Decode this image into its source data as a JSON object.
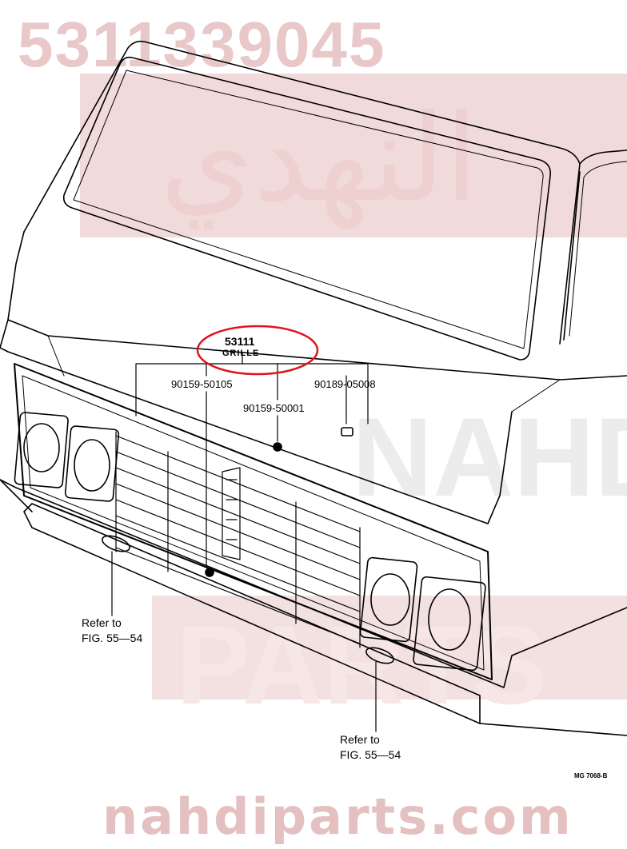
{
  "watermark": {
    "part_number": "5311339045",
    "site": "nahdiparts.com",
    "arabic_brand": "النهدي",
    "latin_brand": "NAHDI PARTS",
    "color": "#e4bcbc"
  },
  "main_part": {
    "number": "53111",
    "name": "GRILLE",
    "highlight_color": "#e0141e"
  },
  "callouts": [
    {
      "id": "90159-50105"
    },
    {
      "id": "90159-50001"
    },
    {
      "id": "90189-05008"
    }
  ],
  "refer_left": {
    "line1": "Refer to",
    "line2": "FIG. 55—54"
  },
  "refer_right": {
    "line1": "Refer to",
    "line2": "FIG. 55—54"
  },
  "drawing_code": "MG 7068-B"
}
